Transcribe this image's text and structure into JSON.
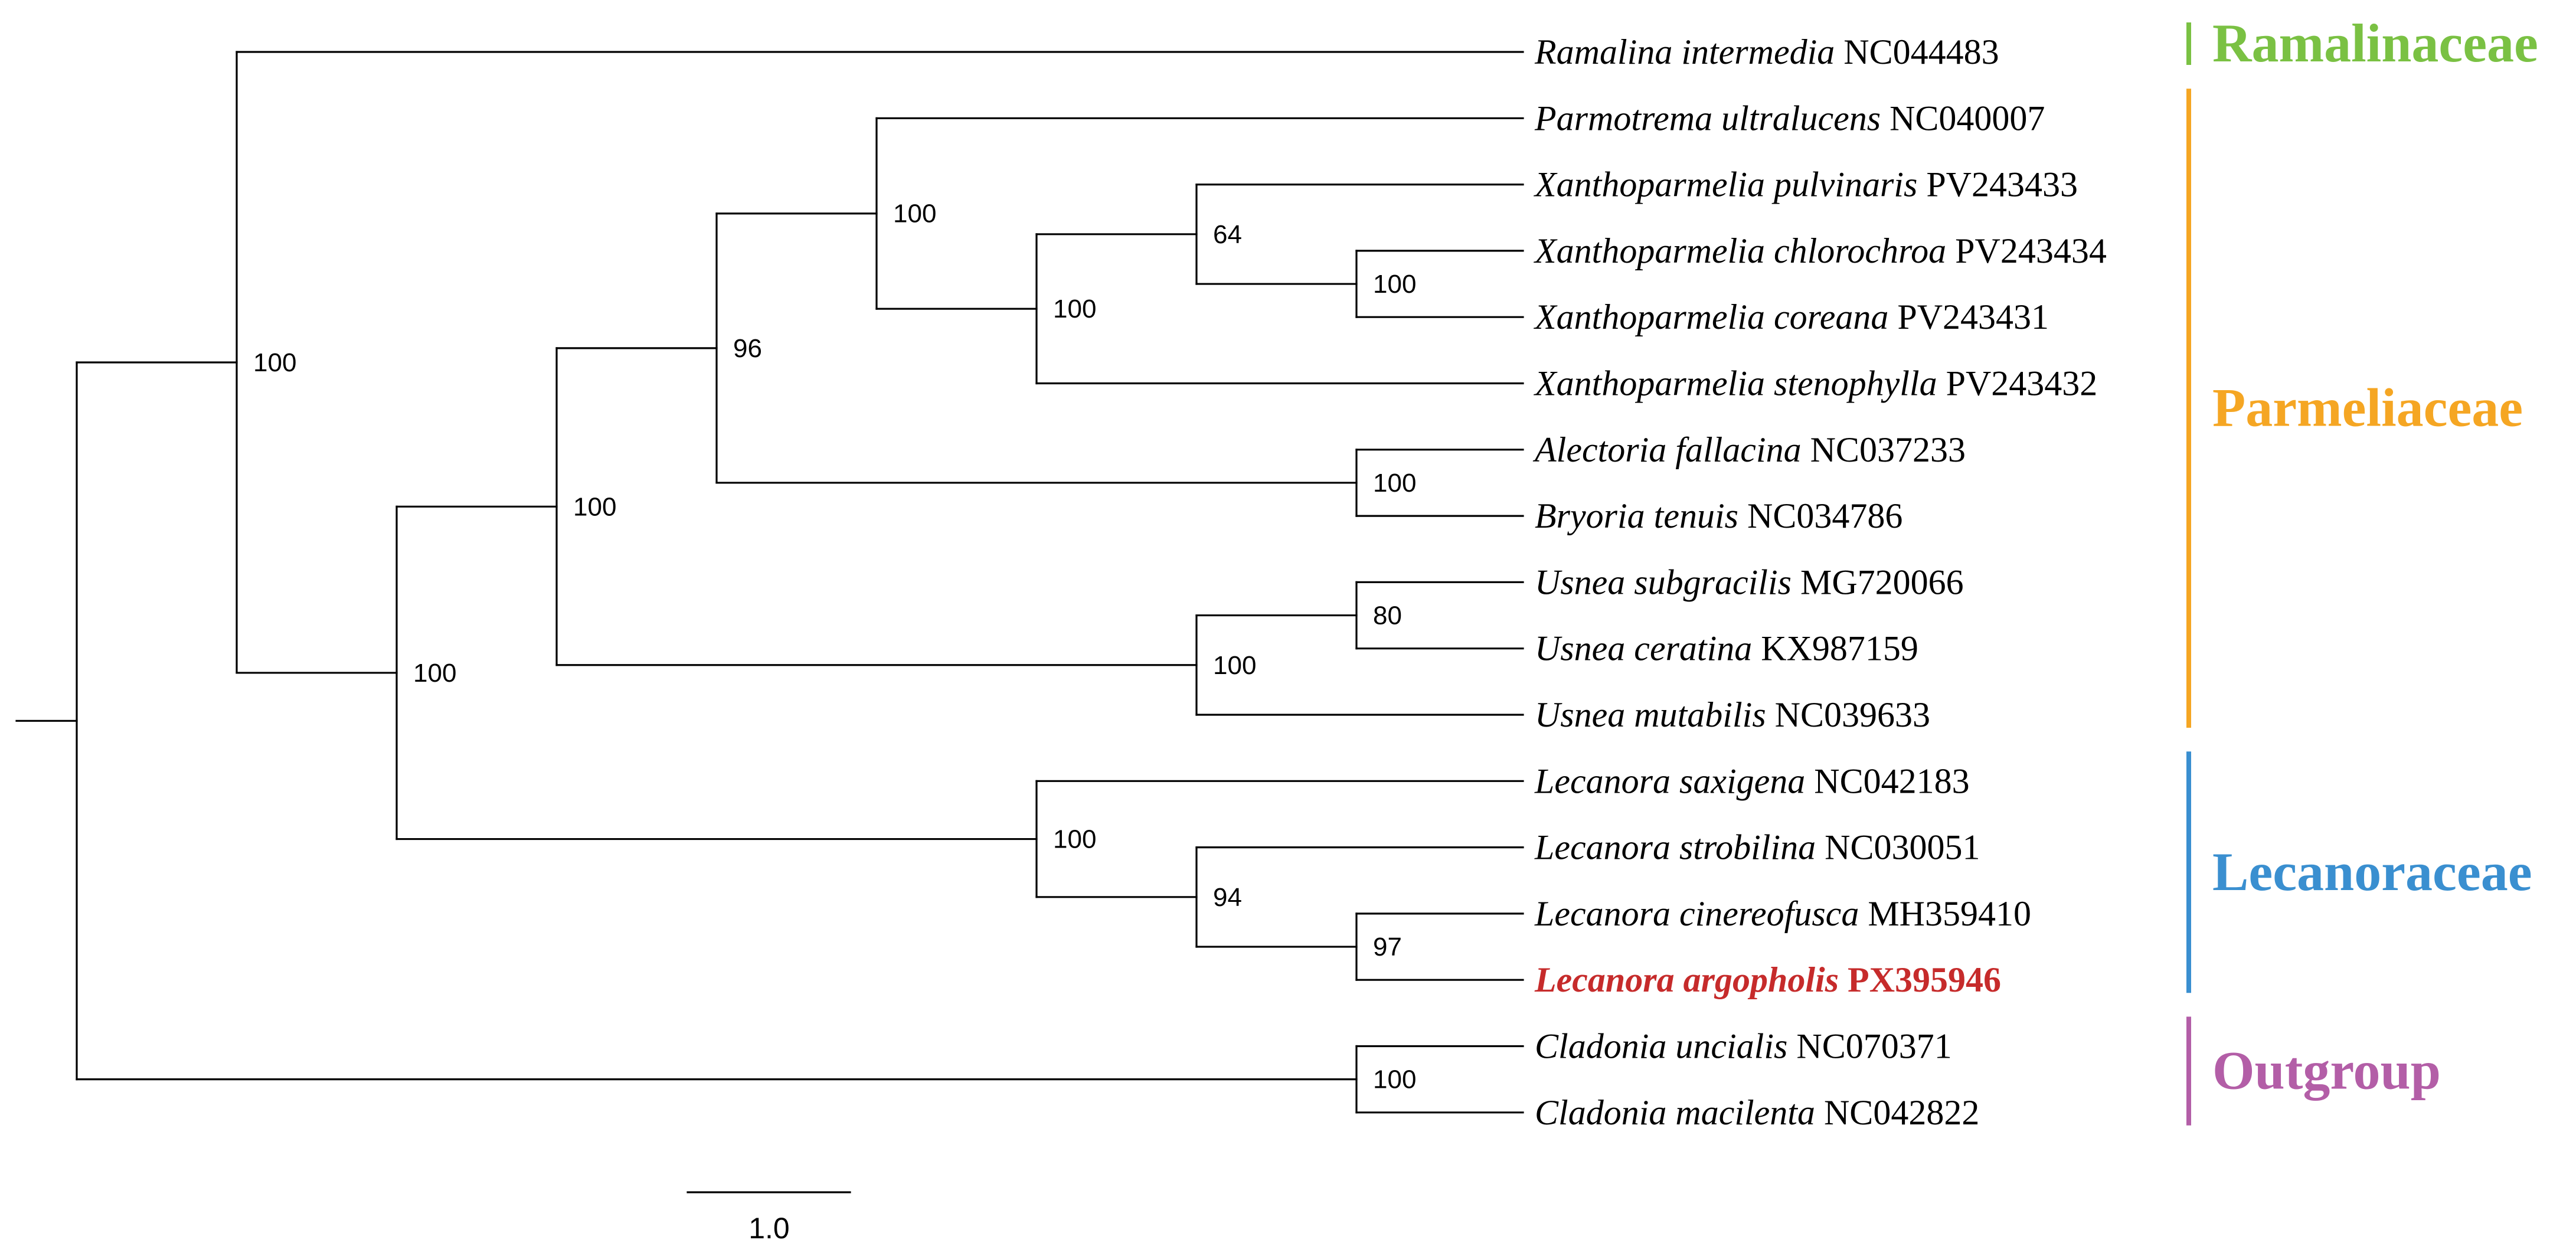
{
  "figure": {
    "scale_bar_label": "1.0",
    "taxa": [
      {
        "species": "Ramalina intermedia",
        "accession": "NC044483",
        "highlight": false
      },
      {
        "species": "Parmotrema ultralucens",
        "accession": "NC040007",
        "highlight": false
      },
      {
        "species": "Xanthoparmelia pulvinaris",
        "accession": "PV243433",
        "highlight": false
      },
      {
        "species": "Xanthoparmelia chlorochroa",
        "accession": "PV243434",
        "highlight": false
      },
      {
        "species": "Xanthoparmelia coreana",
        "accession": "PV243431",
        "highlight": false
      },
      {
        "species": "Xanthoparmelia stenophylla",
        "accession": "PV243432",
        "highlight": false
      },
      {
        "species": "Alectoria fallacina",
        "accession": "NC037233",
        "highlight": false
      },
      {
        "species": "Bryoria tenuis",
        "accession": "NC034786",
        "highlight": false
      },
      {
        "species": "Usnea subgracilis",
        "accession": "MG720066",
        "highlight": false
      },
      {
        "species": "Usnea ceratina",
        "accession": "KX987159",
        "highlight": false
      },
      {
        "species": "Usnea mutabilis",
        "accession": "NC039633",
        "highlight": false
      },
      {
        "species": "Lecanora saxigena",
        "accession": "NC042183",
        "highlight": false
      },
      {
        "species": "Lecanora strobilina",
        "accession": "NC030051",
        "highlight": false
      },
      {
        "species": "Lecanora cinereofusca",
        "accession": "MH359410",
        "highlight": false
      },
      {
        "species": "Lecanora argopholis",
        "accession": "PX395946",
        "highlight": true
      },
      {
        "species": "Cladonia uncialis",
        "accession": "NC070371",
        "highlight": false
      },
      {
        "species": "Cladonia macilenta",
        "accession": "NC042822",
        "highlight": false
      }
    ],
    "nodes": [
      {
        "id": "root",
        "depth": 0,
        "children": [
          "n1",
          "n15"
        ]
      },
      {
        "id": "n1",
        "depth": 1,
        "support": "100",
        "children": [
          "t0",
          "n2"
        ]
      },
      {
        "id": "n2",
        "depth": 2,
        "support": "100",
        "children": [
          "n3",
          "n11"
        ]
      },
      {
        "id": "n3",
        "depth": 3,
        "support": "100",
        "children": [
          "n4",
          "n9"
        ]
      },
      {
        "id": "n4",
        "depth": 4,
        "support": "96",
        "children": [
          "n5",
          "n8"
        ]
      },
      {
        "id": "n5",
        "depth": 5,
        "support": "100",
        "children": [
          "t1",
          "n6"
        ]
      },
      {
        "id": "n6",
        "depth": 6,
        "support": "100",
        "children": [
          "n7",
          "t5"
        ]
      },
      {
        "id": "n7",
        "depth": 7,
        "support": "64",
        "children": [
          "t2",
          "n7b"
        ]
      },
      {
        "id": "n7b",
        "depth": 8,
        "support": "100",
        "children": [
          "t3",
          "t4"
        ]
      },
      {
        "id": "n8",
        "depth": 8,
        "support": "100",
        "children": [
          "t6",
          "t7"
        ]
      },
      {
        "id": "n9",
        "depth": 7,
        "support": "100",
        "children": [
          "n10",
          "t10"
        ]
      },
      {
        "id": "n10",
        "depth": 8,
        "support": "80",
        "children": [
          "t8",
          "t9"
        ]
      },
      {
        "id": "n11",
        "depth": 6,
        "support": "100",
        "children": [
          "t11",
          "n12"
        ]
      },
      {
        "id": "n12",
        "depth": 7,
        "support": "94",
        "children": [
          "t12",
          "n13"
        ]
      },
      {
        "id": "n13",
        "depth": 8,
        "support": "97",
        "children": [
          "t13",
          "t14"
        ]
      },
      {
        "id": "n15",
        "depth": 8,
        "support": "100",
        "children": [
          "t15",
          "t16"
        ]
      }
    ],
    "groups": [
      {
        "name": "Ramalinaceae",
        "color": "#7ac143",
        "first": 0,
        "last": 0
      },
      {
        "name": "Parmeliaceae",
        "color": "#f5a623",
        "first": 1,
        "last": 10
      },
      {
        "name": "Lecanoraceae",
        "color": "#3a8fd0",
        "first": 11,
        "last": 14
      },
      {
        "name": "Outgroup",
        "color": "#b35ea7",
        "first": 15,
        "last": 16
      }
    ]
  }
}
